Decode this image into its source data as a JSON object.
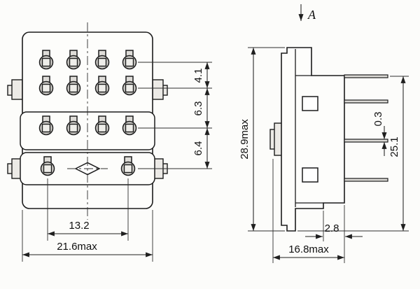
{
  "front_view": {
    "dim_row_gap_1_2": "4.1",
    "dim_row_gap_2_3": "6.3",
    "dim_row_gap_3_4": "6.4",
    "dim_terminal_span": "13.2",
    "dim_overall_width": "21.6max"
  },
  "side_view": {
    "view_label": "A",
    "dim_overall_height": "28.9max",
    "dim_pin_to_base": "25.1",
    "dim_pin_thickness": "0.3",
    "dim_bottom_step": "2.8",
    "dim_overall_depth": "16.8max"
  }
}
